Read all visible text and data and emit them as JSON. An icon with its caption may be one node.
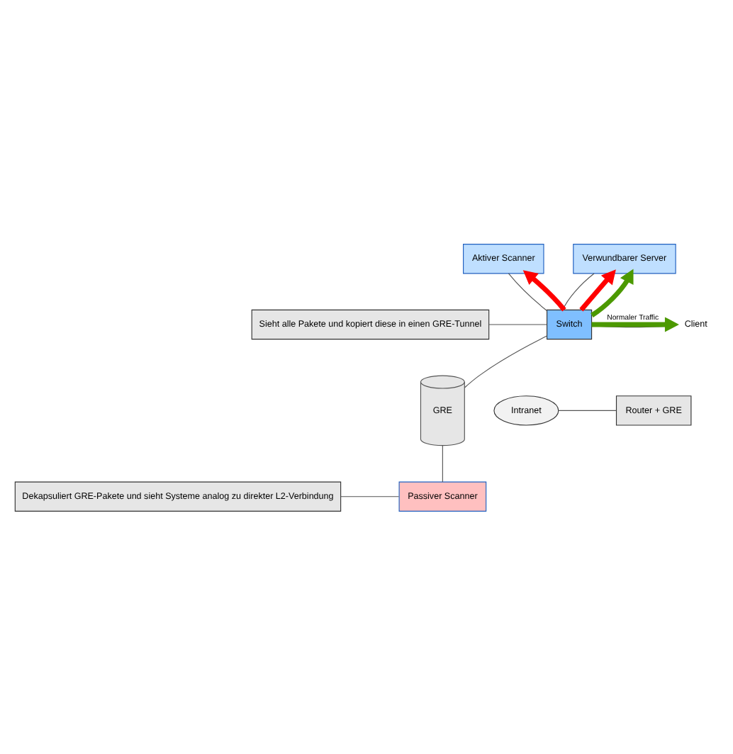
{
  "diagram": {
    "nodes": [
      {
        "text": [
          "Aktiver Scanner"
        ]
      },
      {
        "text": [
          "Verwundbarer Server"
        ]
      },
      {
        "text": [
          "Sieht alle Pakete und kopiert diese in einen GRE-Tunnel"
        ]
      },
      {
        "text": [
          "Switch"
        ]
      },
      {
        "text": [
          "Client"
        ]
      },
      {
        "text": [
          "GRE"
        ]
      },
      {
        "text": [
          "Intranet"
        ]
      },
      {
        "text": [
          "Router + GRE"
        ]
      },
      {
        "text": [
          "Dekapsuliert GRE-Pakete und sieht Systeme analog zu direkter L2-Verbindung"
        ]
      },
      {
        "text": [
          "Passiver Scanner"
        ]
      }
    ],
    "edges": [
      {
        "from": 0,
        "to": 3,
        "arrow": "none"
      },
      {
        "from": 1,
        "to": 3,
        "arrow": "none"
      },
      {
        "from": 2,
        "to": 3,
        "arrow": "none"
      },
      {
        "from": 3,
        "to": 4,
        "arrow": "none"
      },
      {
        "from": 3,
        "to": 5,
        "arrow": "none"
      },
      {
        "from": 6,
        "to": 7,
        "arrow": "none"
      },
      {
        "from": 5,
        "to": 9,
        "arrow": "none"
      },
      {
        "from": 8,
        "to": 9,
        "arrow": "none"
      },
      {
        "from": 3,
        "to": 0,
        "arrow": "to",
        "style": "thick",
        "color": "#ff0000"
      },
      {
        "from": 3,
        "to": 1,
        "arrow": "to",
        "style": "thick",
        "color": "#ff0000"
      },
      {
        "from": 3,
        "to": 1,
        "arrow": "to",
        "style": "thick",
        "color": "#4c9900"
      },
      {
        "from": 3,
        "to": 4,
        "arrow": "to",
        "label": "Normaler Traffic",
        "style": "thick",
        "color": "#4c9900"
      }
    ]
  }
}
